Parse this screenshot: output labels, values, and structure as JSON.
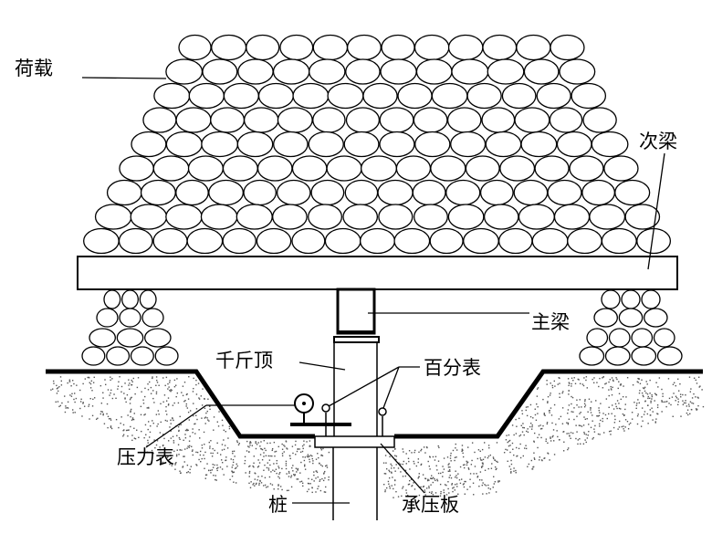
{
  "title": "单桩静载试验装置示意图",
  "labels": {
    "load": "荷载",
    "secondary_beam": "次梁",
    "main_beam": "主梁",
    "jack": "千斤顶",
    "dial_gauge": "百分表",
    "pressure_gauge": "压力表",
    "pile": "桩",
    "bearing_plate": "承压板"
  },
  "colors": {
    "line": "#000000",
    "background": "#ffffff",
    "soil": "#555555"
  }
}
